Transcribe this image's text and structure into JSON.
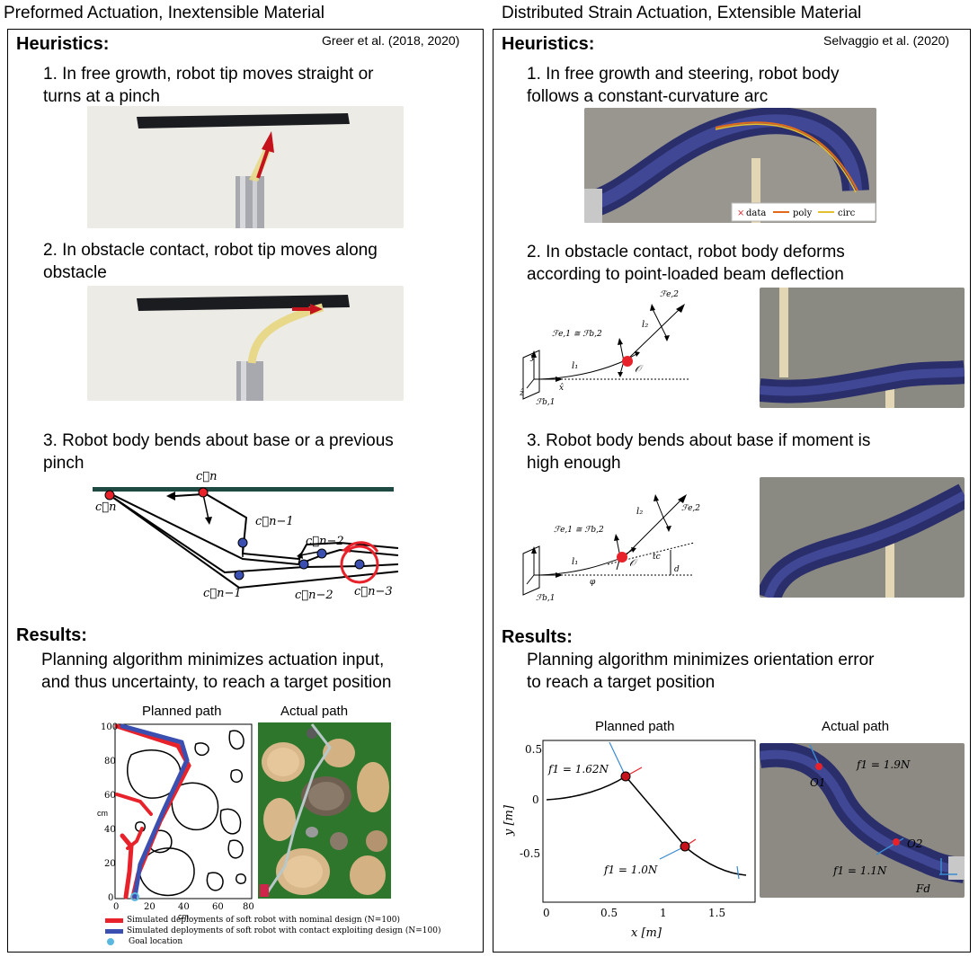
{
  "left": {
    "column_title": "Preformed Actuation, Inextensible Material",
    "citation": "Greer et al. (2018, 2020)",
    "heuristics_header": "Heuristics:",
    "items": [
      {
        "line1": "1. In free growth, robot tip moves straight or",
        "line2": "turns at a pinch"
      },
      {
        "line1": "2. In obstacle contact, robot tip moves along",
        "line2": "obstacle"
      },
      {
        "line1": "3. Robot body bends about base or a previous",
        "line2": "pinch"
      }
    ],
    "diagram_labels": {
      "c_n_top": "c⃗n",
      "c_n_left": "c⃗n",
      "c_n_1_top": "c⃗n−1",
      "c_n_2_top": "c⃗n−2",
      "c_n_1_bottom": "c⃗n−1",
      "c_n_2_bottom": "c⃗n−2",
      "c_n_3": "c⃗n−3"
    },
    "results_header": "Results:",
    "results_line1": "Planning algorithm minimizes actuation input,",
    "results_line2": "and thus uncertainty, to reach a target position",
    "planned_title": "Planned path",
    "actual_title": "Actual path",
    "axis_unit": "cm",
    "x_ticks": [
      "0",
      "20",
      "40",
      "60",
      "80"
    ],
    "y_ticks": [
      "0",
      "20",
      "40",
      "60",
      "80",
      "100"
    ],
    "legend": [
      {
        "label": "Simulated deployments of soft robot with nominal design (N=100)",
        "color": "#e8222a"
      },
      {
        "label": "Simulated deployments of soft robot with contact exploiting design (N=100)",
        "color": "#3a4fb0"
      },
      {
        "label": "Goal location",
        "color": "#5ab8e0"
      }
    ]
  },
  "right": {
    "column_title": "Distributed Strain Actuation, Extensible Material",
    "citation": "Selvaggio et al. (2020)",
    "heuristics_header": "Heuristics:",
    "items": [
      {
        "line1": "1. In free growth and steering, robot body",
        "line2": "follows a constant-curvature arc"
      },
      {
        "line1": "2. In obstacle contact, robot body deforms",
        "line2": "according to point-loaded beam deflection"
      },
      {
        "line1": "3. Robot body bends about base if moment is",
        "line2": "high enough"
      }
    ],
    "photo_legend": [
      "data",
      "poly",
      "circ"
    ],
    "results_header": "Results:",
    "results_line1": "Planning algorithm minimizes orientation error",
    "results_line2": "to reach a target position",
    "planned_title": "Planned path",
    "actual_title": "Actual path",
    "xlabel": "x [m]",
    "ylabel": "y [m]",
    "x_ticks": [
      "0",
      "0.5",
      "1",
      "1.5"
    ],
    "y_ticks": [
      "0.5",
      "0",
      "-0.5"
    ],
    "f_label_1": "f1 = 1.62N",
    "f_label_2": "f1 = 1.0N",
    "actual_f1": "f1 = 1.9N",
    "actual_f2": "f1 = 1.1N",
    "o1": "O1",
    "o2": "O2",
    "fd": "Fd"
  }
}
